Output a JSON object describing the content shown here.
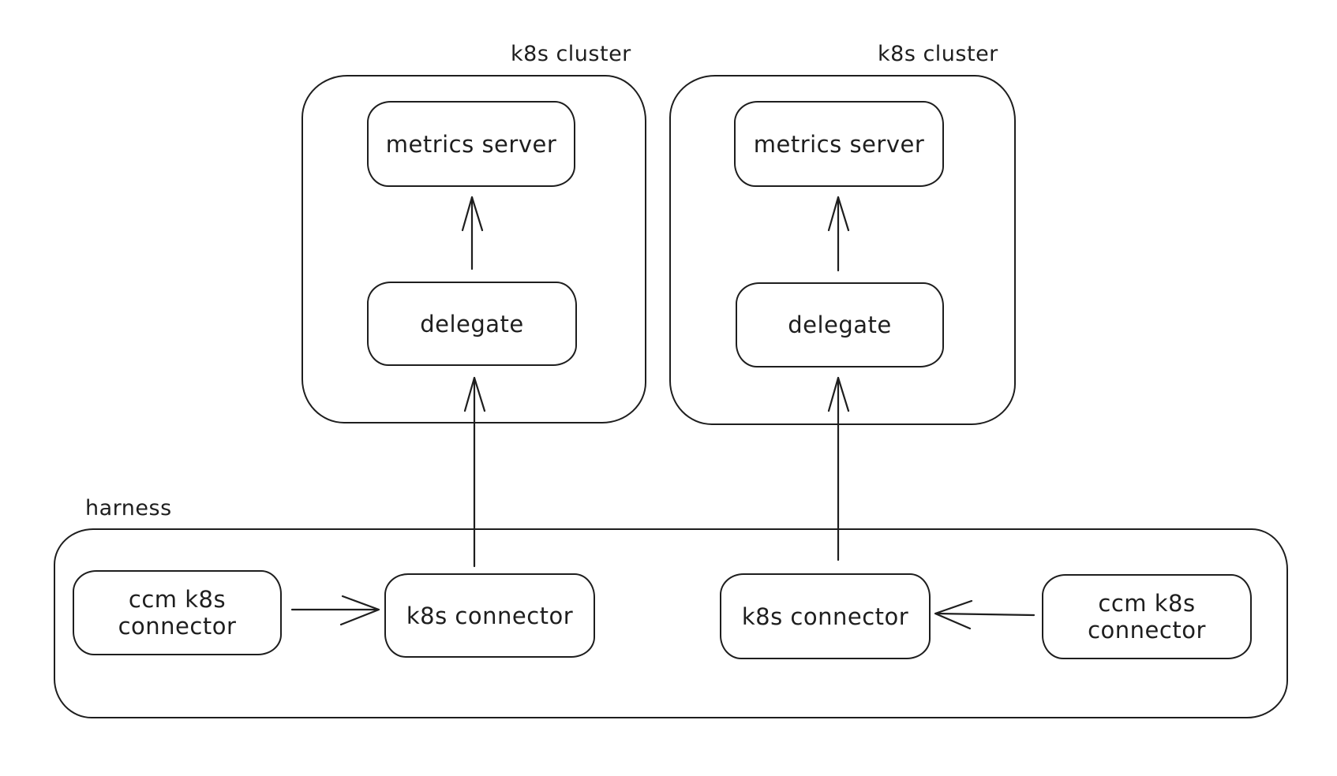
{
  "colors": {
    "stroke": "#1e1e1e",
    "background": "#ffffff"
  },
  "clusters": [
    {
      "label": "k8s cluster",
      "metrics_server_label": "metrics server",
      "delegate_label": "delegate"
    },
    {
      "label": "k8s cluster",
      "metrics_server_label": "metrics server",
      "delegate_label": "delegate"
    }
  ],
  "harness": {
    "label": "harness",
    "boxes": [
      {
        "name": "ccm k8s connector (left)",
        "lines": [
          "ccm k8s",
          "connector"
        ]
      },
      {
        "name": "k8s connector (left)",
        "lines": [
          "k8s connector"
        ]
      },
      {
        "name": "k8s connector (right)",
        "lines": [
          "k8s connector"
        ]
      },
      {
        "name": "ccm k8s connector (right)",
        "lines": [
          "ccm k8s",
          "connector"
        ]
      }
    ]
  }
}
